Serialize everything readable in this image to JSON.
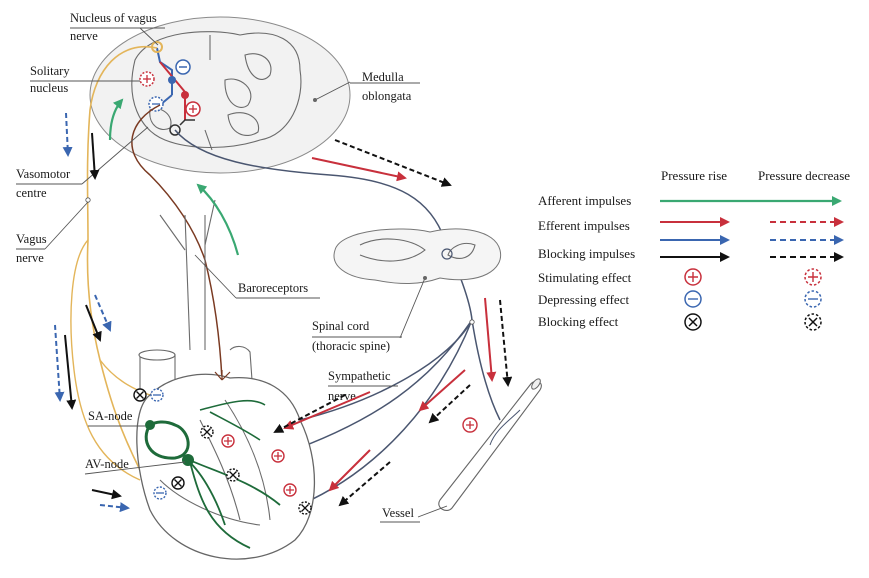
{
  "labels": {
    "nucleus_vagus_1": "Nucleus of vagus",
    "nucleus_vagus_2": "nerve",
    "solitary_1": "Solitary",
    "solitary_2": "nucleus",
    "medulla_1": "Medulla",
    "medulla_2": "oblongata",
    "vasomotor_1": "Vasomotor",
    "vasomotor_2": "centre",
    "vagus_1": "Vagus",
    "vagus_2": "nerve",
    "baroreceptors": "Baroreceptors",
    "spinal_1": "Spinal cord",
    "spinal_2": "(thoracic spine)",
    "sympathetic_1": "Sympathetic",
    "sympathetic_2": "nerve",
    "sa_node": "SA-node",
    "av_node": "AV-node",
    "vessel": "Vessel"
  },
  "legend": {
    "col_rise": "Pressure rise",
    "col_decrease": "Pressure decrease",
    "rows": {
      "afferent": "Afferent impulses",
      "efferent": "Efferent impulses",
      "blocking": "Blocking impulses",
      "stimulating": "Stimulating effect",
      "depressing": "Depressing effect",
      "blocking_effect": "Blocking effect"
    }
  },
  "colors": {
    "afferent": "#3aa872",
    "efferent_red": "#c8303c",
    "efferent_blue": "#3a66b0",
    "blocking": "#111111",
    "vagus_nerve": "#e3b55a",
    "sympathetic_nerve": "#4a5670",
    "baroreceptor_nerve": "#7a3a22",
    "conduction_system": "#1e6b3a"
  },
  "icons": [
    "stimulating-symbol",
    "depressing-symbol",
    "blocking-symbol"
  ]
}
